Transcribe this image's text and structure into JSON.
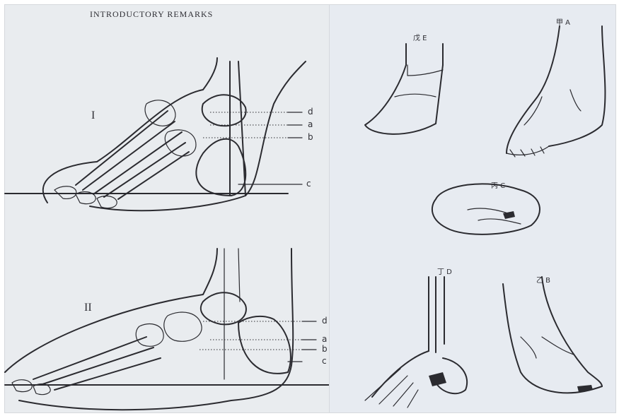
{
  "left_page": {
    "header": "INTRODUCTORY REMARKS",
    "figure_1": {
      "numeral": "I",
      "labels": [
        "d",
        "a",
        "b",
        "c"
      ]
    },
    "figure_2": {
      "numeral": "II",
      "labels": [
        "d",
        "a",
        "b",
        "c"
      ]
    }
  },
  "right_page": {
    "captions": {
      "E": "戊 E",
      "A": "甲 A",
      "C": "丙 C",
      "D": "丁 D",
      "B": "乙 B"
    }
  },
  "colors": {
    "paper_left": "#e9ecef",
    "paper_right": "#e7ebf1",
    "ink": "#2b2b30"
  }
}
